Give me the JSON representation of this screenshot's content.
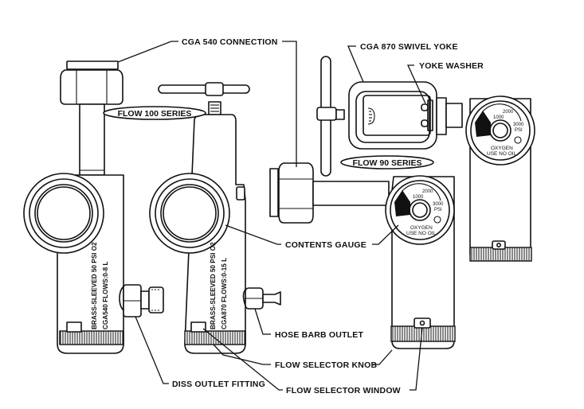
{
  "diagram": {
    "title": "Oxygen regulator components",
    "series_labels": {
      "flow_100": "FLOW 100 SERIES",
      "flow_90": "FLOW 90 SERIES"
    },
    "callouts": {
      "cga540_connection": "CGA  540   CONNECTION",
      "cga870_swivel_yoke": "CGA   870  SWIVEL YOKE",
      "yoke_washer": "YOKE   WASHER",
      "contents_gauge": "CONTENTS GAUGE",
      "hose_barb_outlet": "HOSE  BARB  OUTLET",
      "flow_selector_knob": "FLOW SELECTOR KNOB",
      "diss_outlet_fitting": "DISS OUTLET FITTING",
      "flow_selector_window": "FLOW SELECTOR WINDOW"
    },
    "regulator_body_text": {
      "left_line1": "BRASS-SLEEVED 50 PSI O2",
      "left_line2": "CGA540      FLOWS:0-8 L",
      "middle_line1": "BRASS-SLEEVED 50 PSI O2",
      "middle_line2": "CGA870      FLOWS:0-15 L"
    },
    "gauge": {
      "tick_1000": "1000",
      "tick_2000": "2000",
      "tick_3000": "3000",
      "unit": "PSI",
      "line1": "OXYGEN",
      "line2": "USE NO OIL"
    }
  }
}
